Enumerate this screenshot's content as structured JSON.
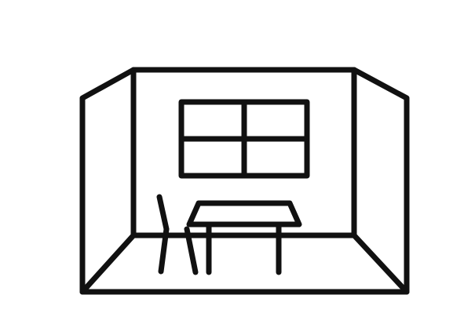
{
  "illustration": {
    "subject": "room-interior",
    "objects": [
      "back-wall",
      "left-wall",
      "right-wall",
      "floor",
      "window",
      "table",
      "chair"
    ],
    "window_panes": 4,
    "colors": {
      "background": "#ffffff",
      "stroke": "#111111"
    }
  }
}
